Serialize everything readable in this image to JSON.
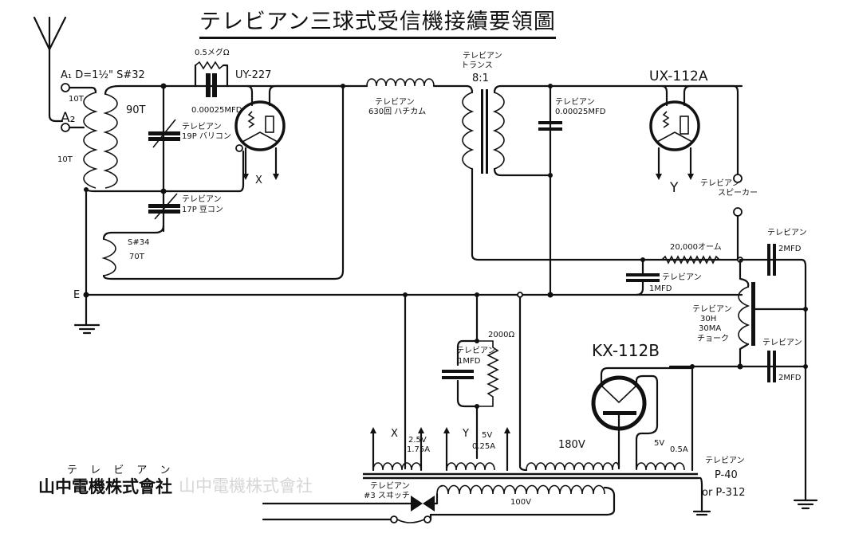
{
  "title": "テレビアン三球式受信機接續要領圖",
  "antenna_coil": {
    "spec": "A₁ D=1½\" S#32",
    "a1_label": "A₁",
    "a2_label": "A₂",
    "primary_a1_turns": "10T",
    "primary_a2_turns": "10T",
    "secondary_turns": "90T"
  },
  "grid_leak": {
    "value": "0.5メグΩ",
    "capacitor": "0.00025MFD"
  },
  "tuning_capacitor": {
    "brand": "テレビアン",
    "value": "19P バリコン"
  },
  "regen_capacitor": {
    "brand": "テレビアン",
    "value": "17P 豆コン"
  },
  "tickler_coil": {
    "spec": "S#34",
    "turns": "70T"
  },
  "tube1": {
    "name": "UY-227",
    "filament_label": "X"
  },
  "choke_rf": {
    "brand": "テレビアン",
    "value": "630回 ハチカム"
  },
  "af_transformer": {
    "brand": "テレビアン",
    "type": "トランス",
    "ratio": "8:1"
  },
  "bypass_cap": {
    "brand": "テレビアン",
    "value": "0.00025MFD"
  },
  "tube2": {
    "name": "UX-112A",
    "filament_label": "Y"
  },
  "speaker": {
    "brand": "テレビアン",
    "label": "スピーカー"
  },
  "resistor_20k": {
    "value": "20,000オーム"
  },
  "cap_1mfd_a": {
    "brand": "テレビアン",
    "value": "1MFD"
  },
  "cap_2mfd_top": {
    "brand": "テレビアン",
    "value": "2MFD"
  },
  "choke_af": {
    "brand": "テレビアン",
    "inductance": "30H",
    "current": "30MA",
    "type": "チョーク"
  },
  "cap_2mfd_bottom": {
    "brand": "テレビアン",
    "value": "2MFD"
  },
  "ground_label": "E",
  "bias_network": {
    "resistor": "2000Ω",
    "cap_brand": "テレビアン",
    "cap_value": "1MFD"
  },
  "rectifier": {
    "name": "KX-112B"
  },
  "power_transformer": {
    "brand": "テレビアン",
    "model": "P-40",
    "alt_model": "or P-312",
    "windings": [
      {
        "label": "X",
        "voltage": "2.5V",
        "current": "1.75A"
      },
      {
        "label": "Y",
        "voltage": "5V",
        "current": "0.25A"
      },
      {
        "label": "",
        "voltage": "180V",
        "current": ""
      },
      {
        "label": "",
        "voltage": "5V",
        "current": "0.5A"
      }
    ],
    "primary": "100V"
  },
  "switch": {
    "brand": "テレビアン",
    "label": "#3 スヰッチ"
  },
  "company": {
    "furigana": "テ レ ビ ア ン",
    "name": "山中電機株式會社",
    "faded_repeat": "山中電機株式會社"
  }
}
